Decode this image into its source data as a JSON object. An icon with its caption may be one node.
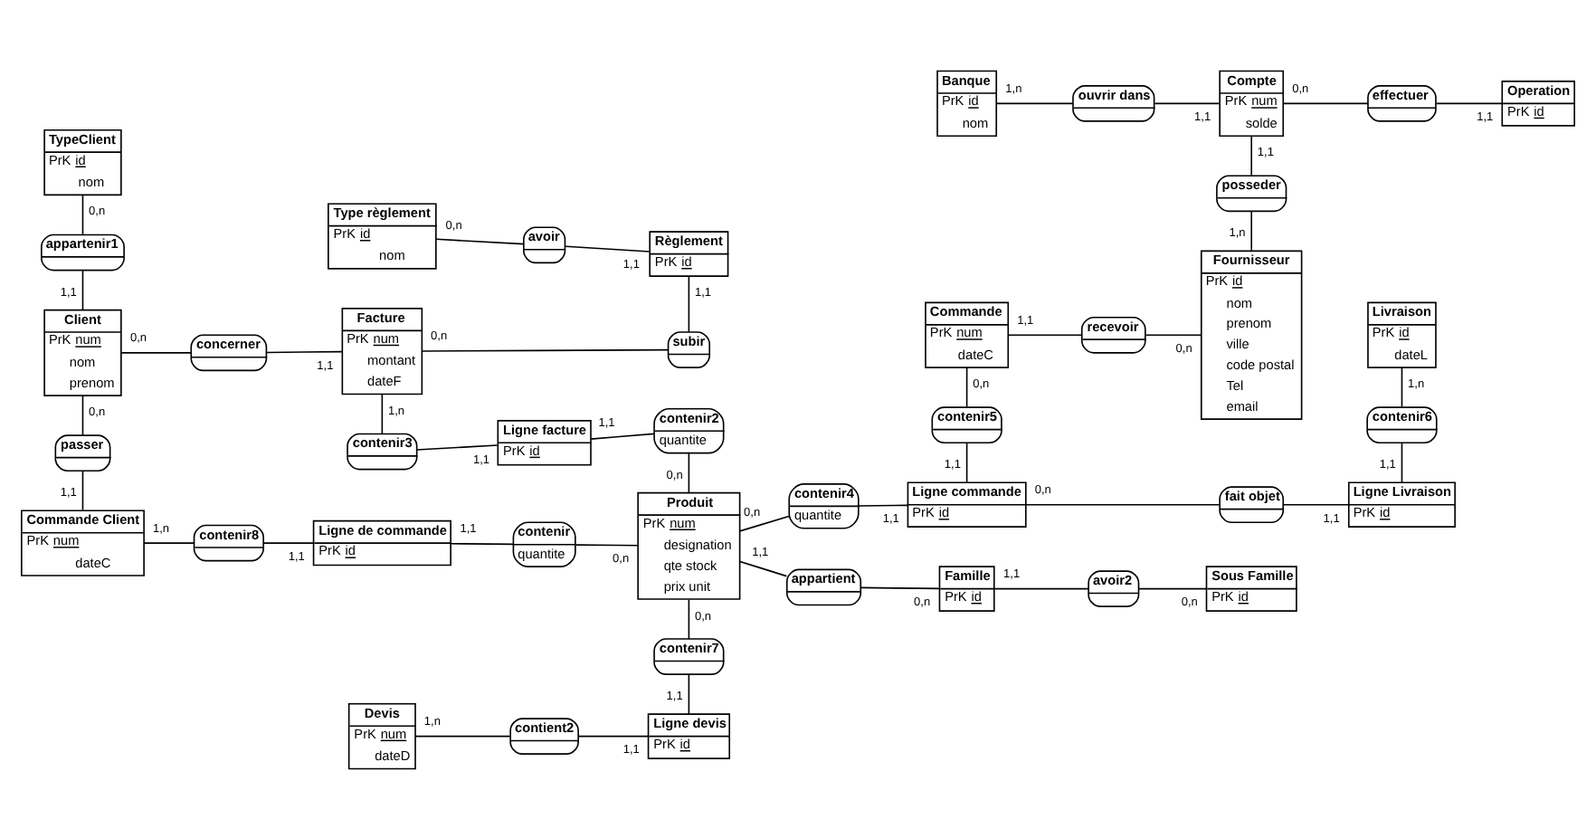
{
  "diagram": {
    "nodes": [
      {
        "text": [
          "TypeClient",
          "PrK id",
          "nom"
        ]
      },
      {
        "text": [
          "Type règlement",
          "PrK id",
          "nom"
        ]
      },
      {
        "text": [
          "avoir"
        ]
      },
      {
        "text": [
          "Règlement",
          "PrK id"
        ]
      },
      {
        "text": [
          "Banque",
          "PrK id",
          "nom"
        ]
      },
      {
        "text": [
          "ouvrir dans"
        ]
      },
      {
        "text": [
          "Compte",
          "PrK num",
          "solde"
        ]
      },
      {
        "text": [
          "effectuer"
        ]
      },
      {
        "text": [
          "Operation",
          "PrK id"
        ]
      },
      {
        "text": [
          "posseder"
        ]
      },
      {
        "text": [
          "Facture",
          "PrK num",
          "montant",
          "dateF"
        ]
      },
      {
        "text": [
          "appartenir1"
        ]
      },
      {
        "text": [
          "subir"
        ]
      },
      {
        "text": [
          "concerner"
        ]
      },
      {
        "text": [
          "Commande",
          "PrK num",
          "dateC"
        ]
      },
      {
        "text": [
          "recevoir"
        ]
      },
      {
        "text": [
          "Fournisseur",
          "PrK id",
          "nom",
          "prenom",
          "ville",
          "code postal",
          "Tel",
          "email"
        ]
      },
      {
        "text": [
          "Livraison",
          "PrK id",
          "dateL"
        ]
      },
      {
        "text": [
          "Client",
          "PrK num",
          "nom",
          "prenom"
        ]
      },
      {
        "text": [
          "contenir3"
        ]
      },
      {
        "text": [
          "Ligne facture",
          "PrK id"
        ]
      },
      {
        "text": [
          "contenir2",
          "quantite"
        ]
      },
      {
        "text": [
          "contenir5"
        ]
      },
      {
        "text": [
          "contenir6"
        ]
      },
      {
        "text": [
          "Produit",
          "PrK num",
          "designation",
          "qte stock",
          "prix unit"
        ]
      },
      {
        "text": [
          "passer"
        ]
      },
      {
        "text": [
          "contenir",
          "quantite"
        ]
      },
      {
        "text": [
          "contenir4",
          "quantite"
        ]
      },
      {
        "text": [
          "Ligne commande",
          "PrK id"
        ]
      },
      {
        "text": [
          "fait objet"
        ]
      },
      {
        "text": [
          "Ligne Livraison",
          "PrK id"
        ]
      },
      {
        "text": [
          "Commande Client",
          "PrK num",
          "dateC"
        ]
      },
      {
        "text": [
          "contenir8"
        ]
      },
      {
        "text": [
          "Ligne de commande",
          "PrK id"
        ]
      },
      {
        "text": [
          "contenir7"
        ]
      },
      {
        "text": [
          "appartient"
        ]
      },
      {
        "text": [
          "Famille",
          "PrK id"
        ]
      },
      {
        "text": [
          "avoir2"
        ]
      },
      {
        "text": [
          "Sous Famille",
          "PrK id"
        ]
      },
      {
        "text": [
          "Devis",
          "PrK num",
          "dateD"
        ]
      },
      {
        "text": [
          "contient2"
        ]
      },
      {
        "text": [
          "Ligne devis",
          "PrK id"
        ]
      }
    ],
    "edges": [
      {
        "from": 0,
        "to": 11,
        "arrow": "none",
        "label": "0,n"
      },
      {
        "from": 11,
        "to": 18,
        "arrow": "none",
        "label": "1,1"
      },
      {
        "from": 1,
        "to": 2,
        "arrow": "none",
        "label": "0,n"
      },
      {
        "from": 2,
        "to": 3,
        "arrow": "none",
        "label": "1,1"
      },
      {
        "from": 4,
        "to": 5,
        "arrow": "none",
        "label": "1,n"
      },
      {
        "from": 5,
        "to": 6,
        "arrow": "none",
        "label": "1,1"
      },
      {
        "from": 6,
        "to": 7,
        "arrow": "none",
        "label": "0,n"
      },
      {
        "from": 7,
        "to": 8,
        "arrow": "none",
        "label": "1,1"
      },
      {
        "from": 6,
        "to": 9,
        "arrow": "none",
        "label": "1,1"
      },
      {
        "from": 9,
        "to": 16,
        "arrow": "none",
        "label": "1,n"
      },
      {
        "from": 18,
        "to": 13,
        "arrow": "none",
        "label": "0,n"
      },
      {
        "from": 13,
        "to": 10,
        "arrow": "none",
        "label": "1,1"
      },
      {
        "from": 10,
        "to": 12,
        "arrow": "none",
        "label": "0,n"
      },
      {
        "from": 3,
        "to": 12,
        "arrow": "none",
        "label": "1,1"
      },
      {
        "from": 14,
        "to": 15,
        "arrow": "none",
        "label": "1,1"
      },
      {
        "from": 15,
        "to": 16,
        "arrow": "none",
        "label": "0,n"
      },
      {
        "from": 10,
        "to": 19,
        "arrow": "none",
        "label": "1,n"
      },
      {
        "from": 19,
        "to": 20,
        "arrow": "none",
        "label": "1,1"
      },
      {
        "from": 20,
        "to": 21,
        "arrow": "none",
        "label": "1,1"
      },
      {
        "from": 21,
        "to": 24,
        "arrow": "none",
        "label": "0,n"
      },
      {
        "from": 14,
        "to": 22,
        "arrow": "none",
        "label": "0,n"
      },
      {
        "from": 22,
        "to": 28,
        "arrow": "none",
        "label": "1,1"
      },
      {
        "from": 17,
        "to": 23,
        "arrow": "none",
        "label": "1,n"
      },
      {
        "from": 23,
        "to": 30,
        "arrow": "none",
        "label": "1,1"
      },
      {
        "from": 18,
        "to": 25,
        "arrow": "none",
        "label": "0,n"
      },
      {
        "from": 25,
        "to": 31,
        "arrow": "none",
        "label": "1,1"
      },
      {
        "from": 26,
        "to": 24,
        "arrow": "none",
        "label": "0,n"
      },
      {
        "from": 26,
        "to": 33,
        "arrow": "none",
        "label": "1,1"
      },
      {
        "from": 24,
        "to": 27,
        "arrow": "none",
        "label": "0,n"
      },
      {
        "from": 27,
        "to": 28,
        "arrow": "none",
        "label": "1,1"
      },
      {
        "from": 28,
        "to": 29,
        "arrow": "none",
        "label": "0,n"
      },
      {
        "from": 29,
        "to": 30,
        "arrow": "none",
        "label": "1,1"
      },
      {
        "from": 31,
        "to": 32,
        "arrow": "none",
        "label": "1,n"
      },
      {
        "from": 32,
        "to": 33,
        "arrow": "none",
        "label": "1,1"
      },
      {
        "from": 24,
        "to": 34,
        "arrow": "none",
        "label": "0,n"
      },
      {
        "from": 34,
        "to": 41,
        "arrow": "none",
        "label": "1,1"
      },
      {
        "from": 24,
        "to": 35,
        "arrow": "none",
        "label": "1,1"
      },
      {
        "from": 35,
        "to": 36,
        "arrow": "none",
        "label": "0,n"
      },
      {
        "from": 36,
        "to": 37,
        "arrow": "none",
        "label": "1,1"
      },
      {
        "from": 37,
        "to": 38,
        "arrow": "none",
        "label": "0,n"
      },
      {
        "from": 39,
        "to": 40,
        "arrow": "none",
        "label": "1,n"
      },
      {
        "from": 40,
        "to": 41,
        "arrow": "none",
        "label": "1,1"
      }
    ]
  }
}
